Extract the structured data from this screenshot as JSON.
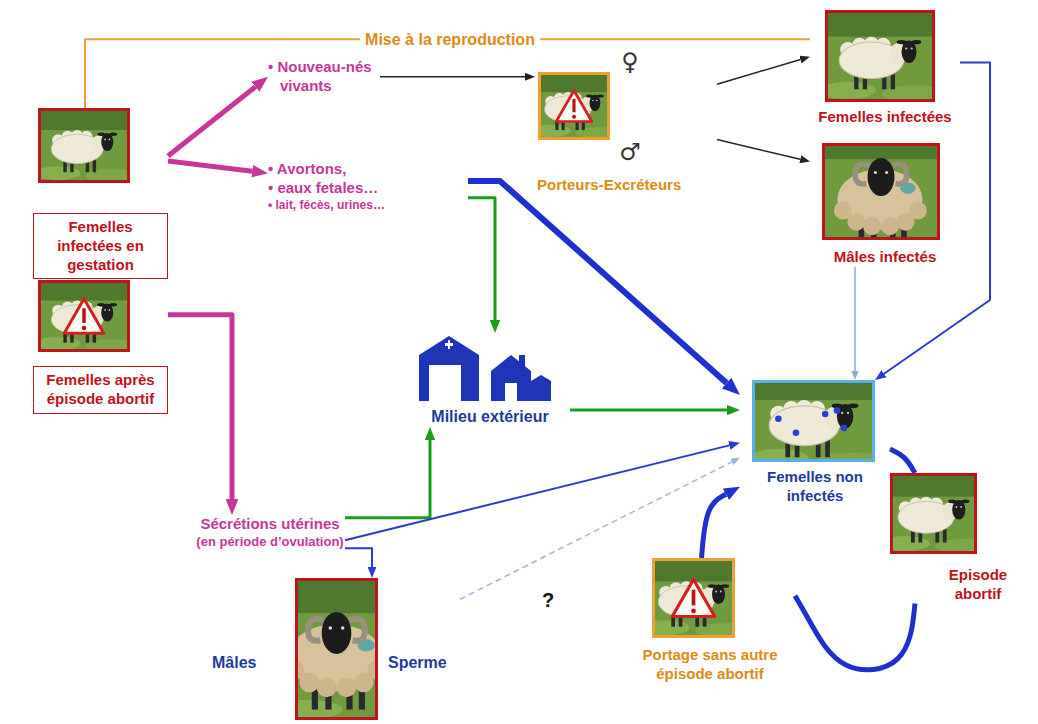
{
  "diagram": {
    "nodes": [
      {
        "text": [
          "Femelles infectées en gestation"
        ]
      },
      {
        "text": [
          "• Nouveau-nés vivants"
        ]
      },
      {
        "text": [
          "• Avortons,",
          "• eaux fetales…",
          "• lait, fécès, urines…"
        ]
      },
      {
        "text": [
          "Porteurs-Excréteurs"
        ]
      },
      {
        "text": [
          "Femelles infectées"
        ]
      },
      {
        "text": [
          "Mâles infectés"
        ]
      },
      {
        "text": [
          "Femelles après épisode abortif"
        ]
      },
      {
        "text": [
          "Milieu extérieur"
        ]
      },
      {
        "text": [
          "Femelles non infectés"
        ]
      },
      {
        "text": [
          "Sécrétions utérines",
          "(en période d’ovulation)"
        ]
      },
      {
        "text": [
          "Mâles",
          "Sperme"
        ]
      },
      {
        "text": [
          "Portage sans autre épisode abortif"
        ]
      },
      {
        "text": [
          "Episode abortif"
        ]
      }
    ],
    "edges": [
      {
        "from": 4,
        "to": 0,
        "label": "Mise à la reproduction",
        "arrow": "none"
      },
      {
        "from": 0,
        "to": 1,
        "arrow": "to"
      },
      {
        "from": 0,
        "to": 2,
        "arrow": "to"
      },
      {
        "from": 1,
        "to": 3,
        "arrow": "to"
      },
      {
        "from": 3,
        "to": 4,
        "arrow": "to"
      },
      {
        "from": 3,
        "to": 5,
        "arrow": "to"
      },
      {
        "from": 2,
        "to": 8,
        "arrow": "to"
      },
      {
        "from": 2,
        "to": 7,
        "arrow": "to"
      },
      {
        "from": 7,
        "to": 8,
        "arrow": "to"
      },
      {
        "from": 4,
        "to": 8,
        "arrow": "to"
      },
      {
        "from": 5,
        "to": 8,
        "arrow": "to"
      },
      {
        "from": 6,
        "to": 9,
        "arrow": "to"
      },
      {
        "from": 9,
        "to": 7,
        "arrow": "to"
      },
      {
        "from": 9,
        "to": 8,
        "arrow": "to"
      },
      {
        "from": 9,
        "to": 10,
        "arrow": "to"
      },
      {
        "from": 10,
        "to": 8,
        "label": "?",
        "arrow": "to"
      },
      {
        "from": 8,
        "to": 12,
        "arrow": "none"
      },
      {
        "from": 12,
        "to": 11,
        "arrow": "none"
      },
      {
        "from": 11,
        "to": 8,
        "arrow": "to"
      }
    ],
    "labels": [
      "♀",
      "♂"
    ]
  }
}
